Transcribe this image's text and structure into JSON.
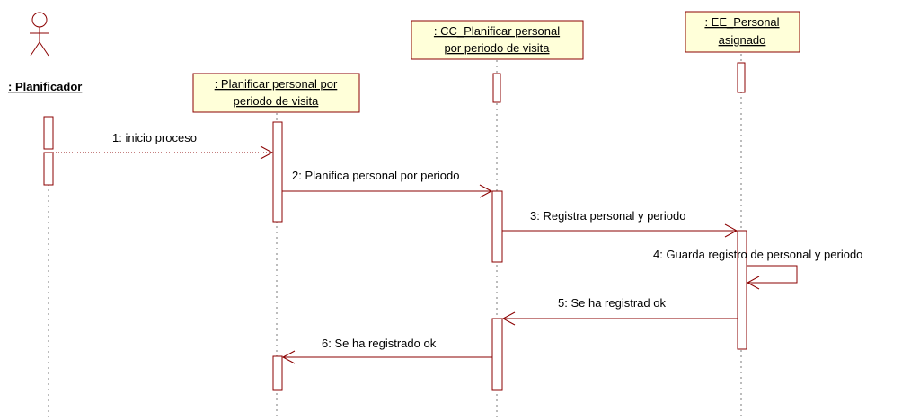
{
  "actor": {
    "name": ": Planificador"
  },
  "objects": [
    {
      "line1": ": Planificar personal por",
      "line2": "periodo de visita"
    },
    {
      "line1": ": CC_Planificar personal",
      "line2": "por periodo de visita"
    },
    {
      "line1": ": EE_Personal",
      "line2": "asignado"
    }
  ],
  "messages": [
    "1: inicio proceso",
    "2: Planifica personal por periodo",
    "3: Registra personal y periodo",
    "4: Guarda registro de personal y periodo",
    "5: Se ha registrad ok",
    "6: Se ha registrado ok"
  ],
  "colors": {
    "border": "#8b0000",
    "object_fill": "#ffffd9"
  }
}
